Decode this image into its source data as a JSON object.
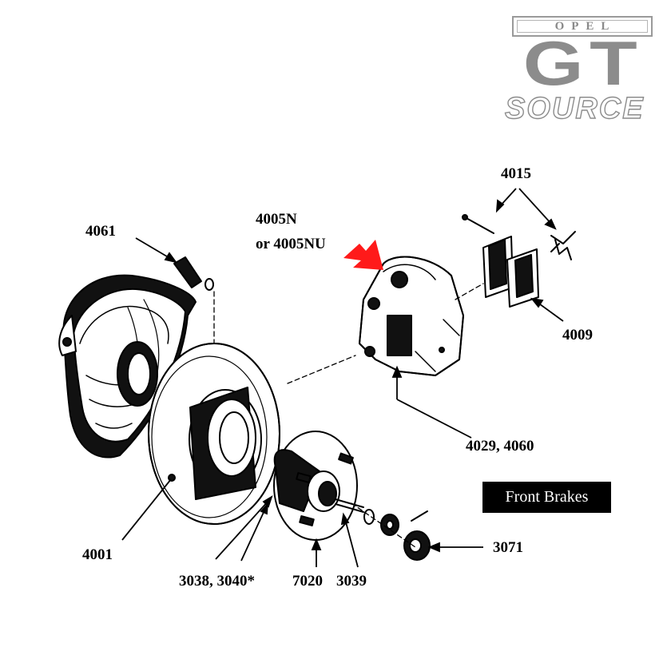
{
  "logo": {
    "brand": "OPEL",
    "model": "GT",
    "word": "SOURCE"
  },
  "title": "Front Brakes",
  "callouts": {
    "c4061": "4061",
    "c4005a": "4005N",
    "c4005b": "or 4005NU",
    "c4015": "4015",
    "c4009": "4009",
    "c4029": "4029, 4060",
    "c4001": "4001",
    "c3038": "3038, 3040*",
    "c7020": "7020",
    "c3039": "3039",
    "c3071": "3071"
  },
  "colors": {
    "highlight_arrow": "#ff1a1a",
    "logo_gray": "#8c8c8c",
    "banner_bg": "#000000",
    "banner_text": "#ffffff"
  }
}
